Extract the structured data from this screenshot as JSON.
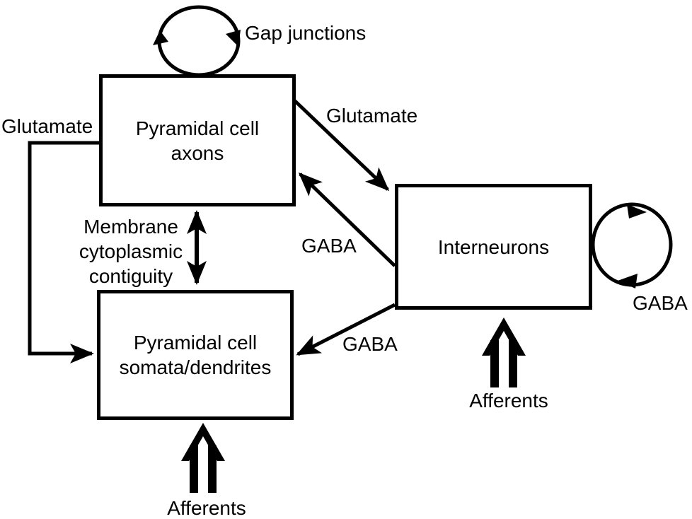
{
  "diagram": {
    "boxes": [
      {
        "id": "pyramidal-cell-axons",
        "lines": [
          "Pyramidal cell",
          "axons"
        ]
      },
      {
        "id": "pyramidal-cell-somata-dendrites",
        "lines": [
          "Pyramidal cell",
          "somata/dendrites"
        ]
      },
      {
        "id": "interneurons",
        "lines": [
          "Interneurons"
        ]
      }
    ],
    "edge_labels": {
      "gap_junctions": "Gap junctions",
      "glutamate_recurrent": "Glutamate",
      "glutamate_to_interneurons": "Glutamate",
      "gaba_to_axons": "GABA",
      "gaba_to_somata": "GABA",
      "gaba_recurrent": "GABA",
      "membrane_line1": "Membrane",
      "membrane_line2": "cytoplasmic",
      "membrane_line3": "contiguity",
      "afferents_somata": "Afferents",
      "afferents_interneurons": "Afferents"
    },
    "colors": {
      "ink": "#000000",
      "background": "#ffffff"
    }
  }
}
